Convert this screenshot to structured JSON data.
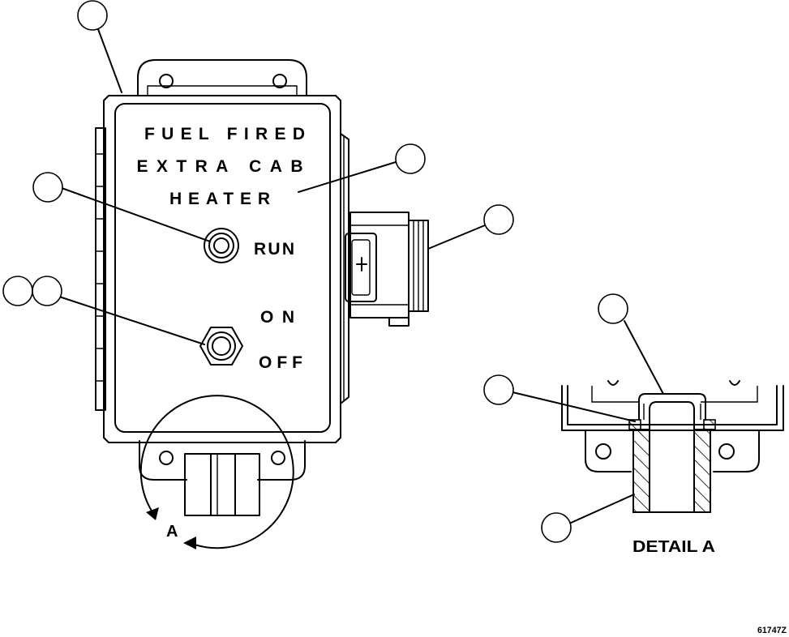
{
  "panel": {
    "line1": "FUEL FIRED",
    "line2": "EXTRA CAB",
    "line3": "HEATER",
    "run_label": "RUN",
    "on_label": "ON",
    "off_label": "OFF"
  },
  "detail": {
    "view_letter": "A",
    "caption": "DETAIL A"
  },
  "figure_id": "61747Z"
}
